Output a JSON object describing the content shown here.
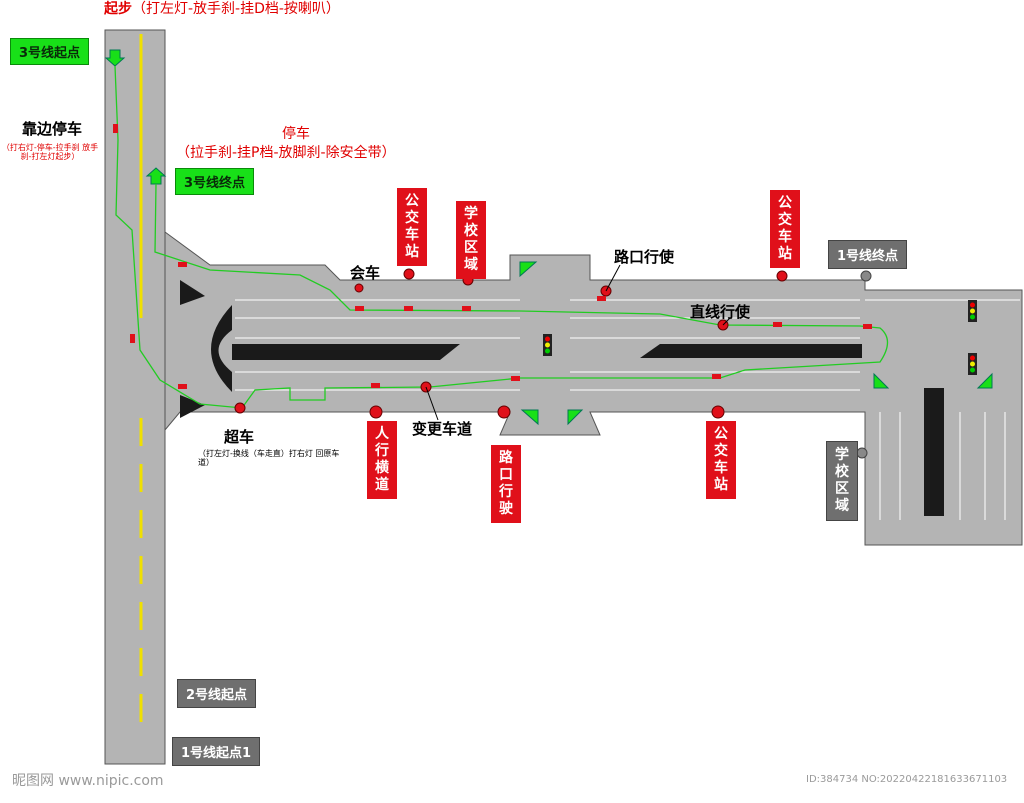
{
  "header": {
    "start_title": "起步",
    "start_steps": "（打左灯-放手刹-挂D档-按喇叭）"
  },
  "stop": {
    "title": "停车",
    "steps": "（拉手刹-挂P档-放脚刹-除安全带）"
  },
  "markers": {
    "line3_start": "3号线起点",
    "line3_end": "3号线终点",
    "line1_end": "1号线终点",
    "line2_start": "2号线起点",
    "line1_start1": "1号线起点1"
  },
  "annotations": {
    "pull_over": "靠边停车",
    "pull_over_note": "（打右灯-停车-拉手刹 放手刹-打左灯起步）",
    "meet": "会车",
    "intersection_top": "路口行使",
    "straight": "直线行使",
    "overtake": "超车",
    "overtake_note": "（打左灯-换线（车走直）打右灯 回原车道）",
    "lane_change": "变更车道"
  },
  "signs": {
    "bus_stop_1": "公交车站",
    "school_zone_1": "学校区域",
    "bus_stop_2": "公交车站",
    "crosswalk": "人行横道",
    "intersection_drive": "路口行驶",
    "bus_stop_3": "公交车站",
    "school_zone_2": "学校区域"
  },
  "watermark": {
    "left": "昵图网 www.nipic.com",
    "right": "ID:384734 NO:20220422181633671103"
  },
  "colors": {
    "road": "#b4b4b4",
    "route": "#22cc22",
    "center_line": "#f0e000",
    "sign_red": "#e0101a",
    "marker_green": "#18e018",
    "marker_gray": "#6f6f6f"
  }
}
